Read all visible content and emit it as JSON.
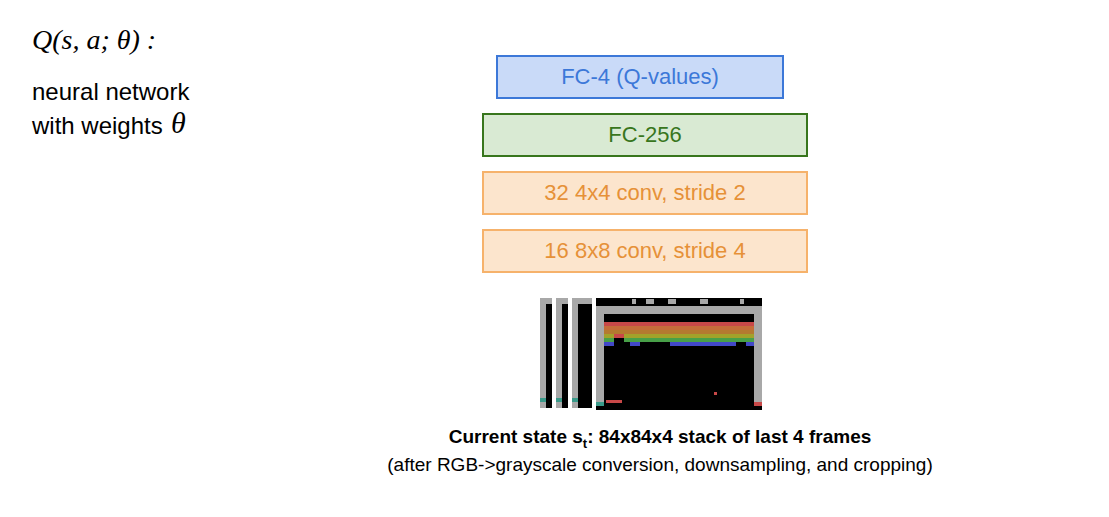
{
  "diagram": {
    "nodes": [
      {
        "text": [
          "FC-4 (Q-values)"
        ]
      },
      {
        "text": [
          "FC-256"
        ]
      },
      {
        "text": [
          "32 4x4 conv, stride 2"
        ]
      },
      {
        "text": [
          "16 8x8 conv, stride 4"
        ]
      }
    ],
    "labels": [
      "Q(s, a; θ) :",
      "neural network",
      "with weights",
      "θ",
      "Current state s",
      "t",
      ": 84x84x4 stack of last 4 frames",
      "(after RGB->grayscale conversion, downsampling, and cropping)"
    ]
  }
}
